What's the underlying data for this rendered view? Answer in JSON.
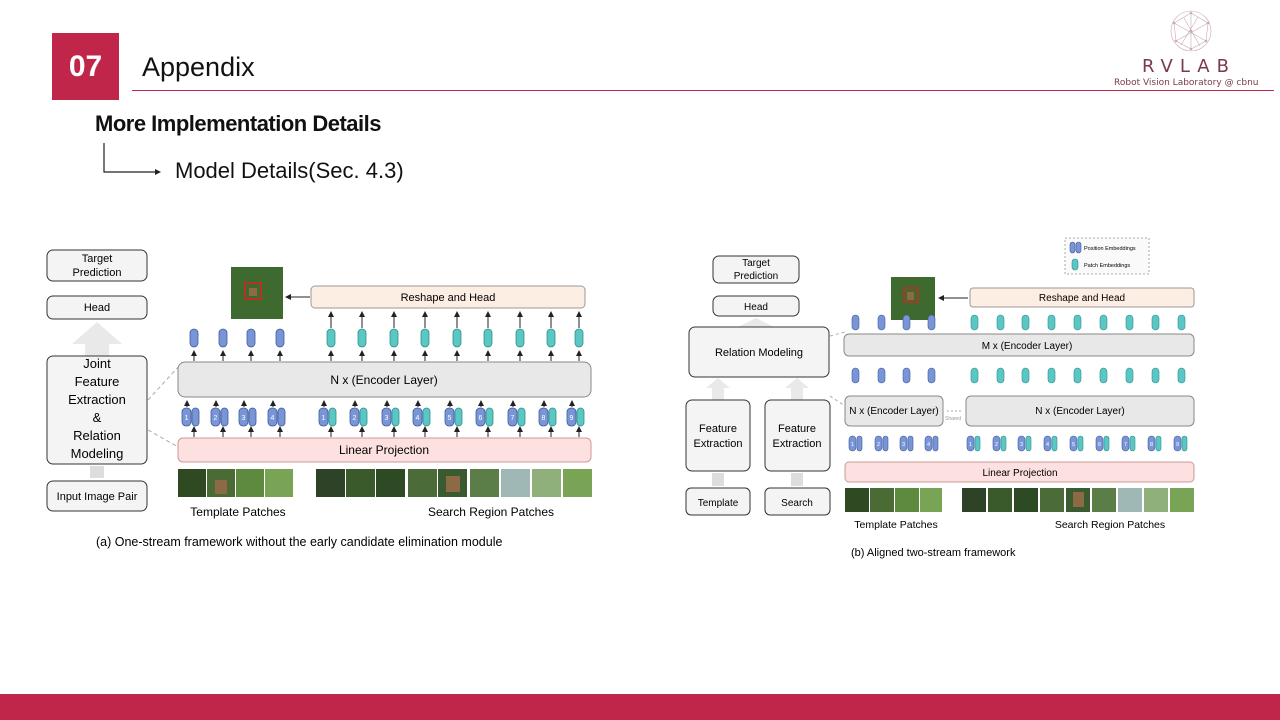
{
  "section_number": "07",
  "section_title": "Appendix",
  "subtitle": "More Implementation Details",
  "subsection": "Model Details(Sec. 4.3)",
  "logo": {
    "text": "RVLAB",
    "subtitle": "Robot Vision Laboratory @ cbnu"
  },
  "colors": {
    "accent": "#c0264a",
    "patch": "#5bc7c4",
    "pos": "#7a95d6",
    "linear": "#fde0e0",
    "head": "#fdeee4",
    "encoder": "#e8e8e8"
  },
  "fig_a": {
    "target_prediction": "Target Prediction",
    "head": "Head",
    "joint_block": "Joint Feature Extraction & Relation Modeling",
    "input_pair": "Input Image Pair",
    "reshape_head": "Reshape and Head",
    "encoder": "N x (Encoder Layer)",
    "linear_projection": "Linear Projection",
    "template_patches_label": "Template Patches",
    "search_patches_label": "Search Region Patches",
    "caption": "(a) One-stream framework without the early candidate elimination module",
    "template_pos": [
      "1",
      "2",
      "3",
      "4"
    ],
    "search_pos": [
      "1",
      "2",
      "3",
      "4",
      "5",
      "6",
      "7",
      "8",
      "9"
    ]
  },
  "fig_b": {
    "legend_pos": "Position Embeddings",
    "legend_patch": "Patch Embeddings",
    "target_prediction": "Target Prediction",
    "head": "Head",
    "relation_modeling": "Relation Modeling",
    "feature_extraction_1": "Feature Extraction",
    "feature_extraction_2": "Feature Extraction",
    "template": "Template",
    "search": "Search",
    "reshape_head": "Reshape and Head",
    "encoder_m": "M x (Encoder Layer)",
    "encoder_n_left": "N x (Encoder Layer)",
    "encoder_n_right": "N x (Encoder Layer)",
    "shared": "Shared",
    "linear_projection": "Linear Projection",
    "template_patches_label": "Template Patches",
    "search_patches_label": "Search Region Patches",
    "caption": "(b) Aligned two-stream framework",
    "template_pos": [
      "1",
      "2",
      "3",
      "4"
    ],
    "search_pos": [
      "1",
      "2",
      "3",
      "4",
      "5",
      "6",
      "7",
      "8",
      "9"
    ]
  }
}
